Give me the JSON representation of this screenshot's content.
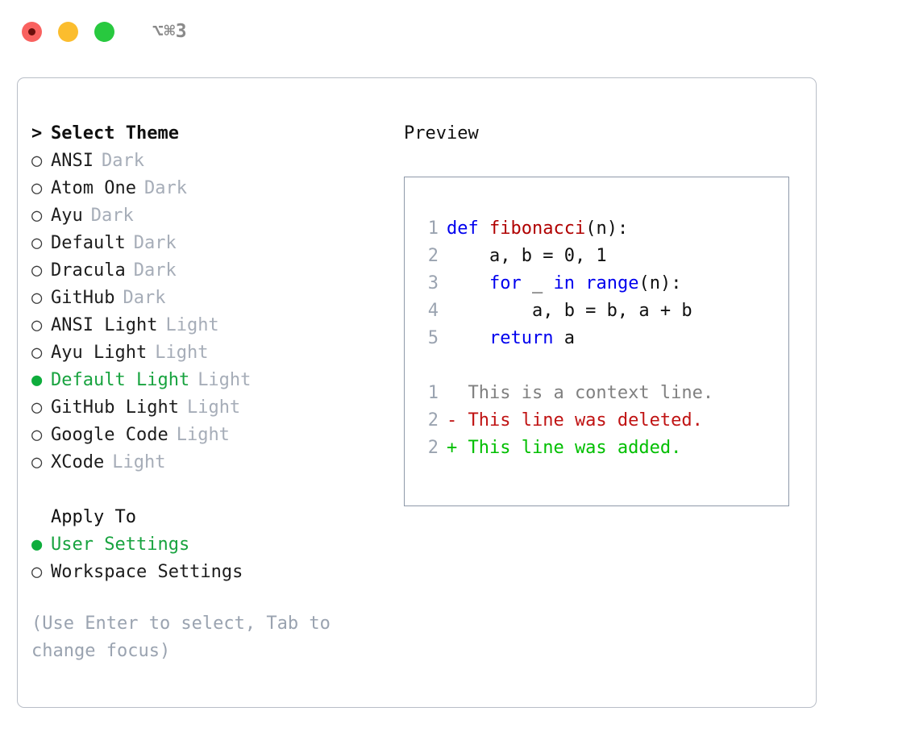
{
  "titlebar": {
    "dots": [
      {
        "name": "close",
        "color": "#f9615f"
      },
      {
        "name": "minimize",
        "color": "#fbbd2e"
      },
      {
        "name": "zoom",
        "color": "#28c93f"
      }
    ],
    "shortcut": "⌥⌘3"
  },
  "theme_picker": {
    "heading_marker": ">",
    "heading": "Select Theme",
    "items": [
      {
        "marker": "○",
        "name": "ANSI",
        "suffix": "Dark",
        "selected": false
      },
      {
        "marker": "○",
        "name": "Atom One",
        "suffix": "Dark",
        "selected": false
      },
      {
        "marker": "○",
        "name": "Ayu",
        "suffix": "Dark",
        "selected": false
      },
      {
        "marker": "○",
        "name": "Default",
        "suffix": "Dark",
        "selected": false
      },
      {
        "marker": "○",
        "name": "Dracula",
        "suffix": "Dark",
        "selected": false
      },
      {
        "marker": "○",
        "name": "GitHub",
        "suffix": "Dark",
        "selected": false
      },
      {
        "marker": "○",
        "name": "ANSI Light",
        "suffix": "Light",
        "selected": false
      },
      {
        "marker": "○",
        "name": "Ayu Light",
        "suffix": "Light",
        "selected": false
      },
      {
        "marker": "●",
        "name": "Default Light",
        "suffix": "Light",
        "selected": true
      },
      {
        "marker": "○",
        "name": "GitHub Light",
        "suffix": "Light",
        "selected": false
      },
      {
        "marker": "○",
        "name": "Google Code",
        "suffix": "Light",
        "selected": false
      },
      {
        "marker": "○",
        "name": "XCode",
        "suffix": "Light",
        "selected": false
      }
    ]
  },
  "apply_to": {
    "title": "Apply To",
    "options": [
      {
        "marker": "●",
        "name": "User Settings",
        "selected": true
      },
      {
        "marker": "○",
        "name": "Workspace Settings",
        "selected": false
      }
    ]
  },
  "hint": "(Use Enter to select, Tab to change focus)",
  "preview": {
    "title": "Preview",
    "code_lines": [
      {
        "lineno": "1",
        "tokens": [
          {
            "text": "def ",
            "type": "kw"
          },
          {
            "text": "fibonacci",
            "type": "fn"
          },
          {
            "text": "(n):",
            "type": "plain"
          }
        ]
      },
      {
        "lineno": "2",
        "tokens": [
          {
            "text": "    a, b = 0, 1",
            "type": "plain"
          }
        ]
      },
      {
        "lineno": "3",
        "tokens": [
          {
            "text": "    ",
            "type": "plain"
          },
          {
            "text": "for",
            "type": "kw"
          },
          {
            "text": " _ ",
            "type": "plain"
          },
          {
            "text": "in range",
            "type": "kw"
          },
          {
            "text": "(n):",
            "type": "plain"
          }
        ]
      },
      {
        "lineno": "4",
        "tokens": [
          {
            "text": "        a, b = b, a + b",
            "type": "plain"
          }
        ]
      },
      {
        "lineno": "5",
        "tokens": [
          {
            "text": "    ",
            "type": "plain"
          },
          {
            "text": "return",
            "type": "kw"
          },
          {
            "text": " a",
            "type": "plain"
          }
        ]
      }
    ],
    "diff_lines": [
      {
        "lineno": "1",
        "text": "  This is a context line.",
        "type": "context"
      },
      {
        "lineno": "2",
        "text": "- This line was deleted.",
        "type": "del"
      },
      {
        "lineno": "2",
        "text": "+ This line was added.",
        "type": "add"
      }
    ]
  },
  "colors": {
    "selected_green": "#18a33f",
    "marker_green": "#0ead3c",
    "muted": "#a6adb8",
    "hint": "#9aa3b0",
    "keyword_blue": "#0000ee",
    "function_red": "#b00000",
    "diff_delete": "#c01313",
    "diff_add": "#00bf00",
    "diff_context": "#808080",
    "panel_border": "#b9bec7",
    "preview_border": "#8e99a9"
  }
}
